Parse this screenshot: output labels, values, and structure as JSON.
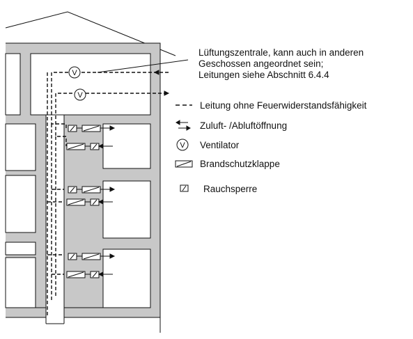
{
  "callout": {
    "line1": "Lüftungszentrale, kann auch in anderen",
    "line2": "Geschossen angeordnet sein;",
    "line3": "Leitungen siehe Abschnitt 6.4.4"
  },
  "legend": {
    "duct_label": "Leitung ohne Feuerwiderstandsfähigkeit",
    "opening_label": "Zuluft- /Abluftöffnung",
    "fan_label": "Ventilator",
    "damper_label": "Brandschutzklappe",
    "smoke_label": "Rauchsperre"
  },
  "fan_symbol": "V",
  "colors": {
    "wall": "#c8c8c8",
    "line": "#111111",
    "background": "#ffffff"
  }
}
